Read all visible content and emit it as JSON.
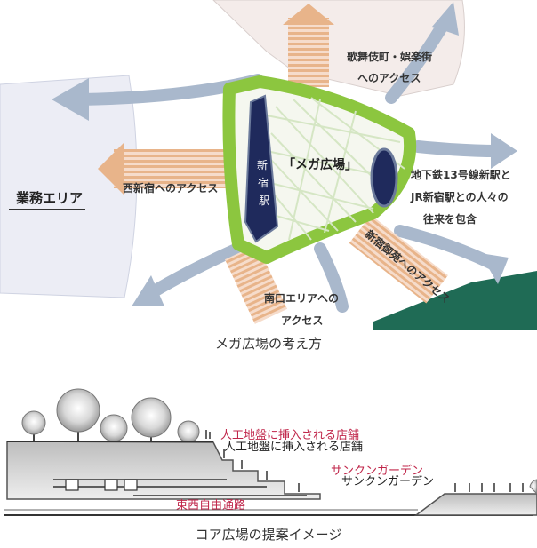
{
  "top_diagram": {
    "labels": {
      "kabukicho": [
        "歌舞伎町・娯楽街",
        "へのアクセス"
      ],
      "business_area": "業務エリア",
      "nishi_shinjuku": "西新宿へのアクセス",
      "mega_plaza": "「メガ広場」",
      "station": [
        "新",
        "宿",
        "駅"
      ],
      "subway": [
        "地下鉄13号線新駅と",
        "JR新宿駅との人々の",
        "往来を包含"
      ],
      "gyoen": "新宿御苑へのアクセス",
      "south_exit": [
        "南口エリアへの",
        "アクセス"
      ]
    },
    "caption": "メガ広場の考え方"
  },
  "bottom_diagram": {
    "labels": {
      "inserted_shops_red": "人工地盤に挿入される店舗",
      "inserted_shops_black": "人工地盤に挿入される店舗",
      "sunken_red": "サンクンガーデン",
      "sunken_black": "サンクンガーデン",
      "east_west_road": "東西自由通路"
    },
    "caption": "コア広場の提案イメージ"
  },
  "colors": {
    "plaza_green": "#8cc63f",
    "station_navy": "#1f2a5c",
    "access_orange": "#e8b48a",
    "flow_blue": "#a9b8cc",
    "highlight_red": "#c0264a"
  }
}
